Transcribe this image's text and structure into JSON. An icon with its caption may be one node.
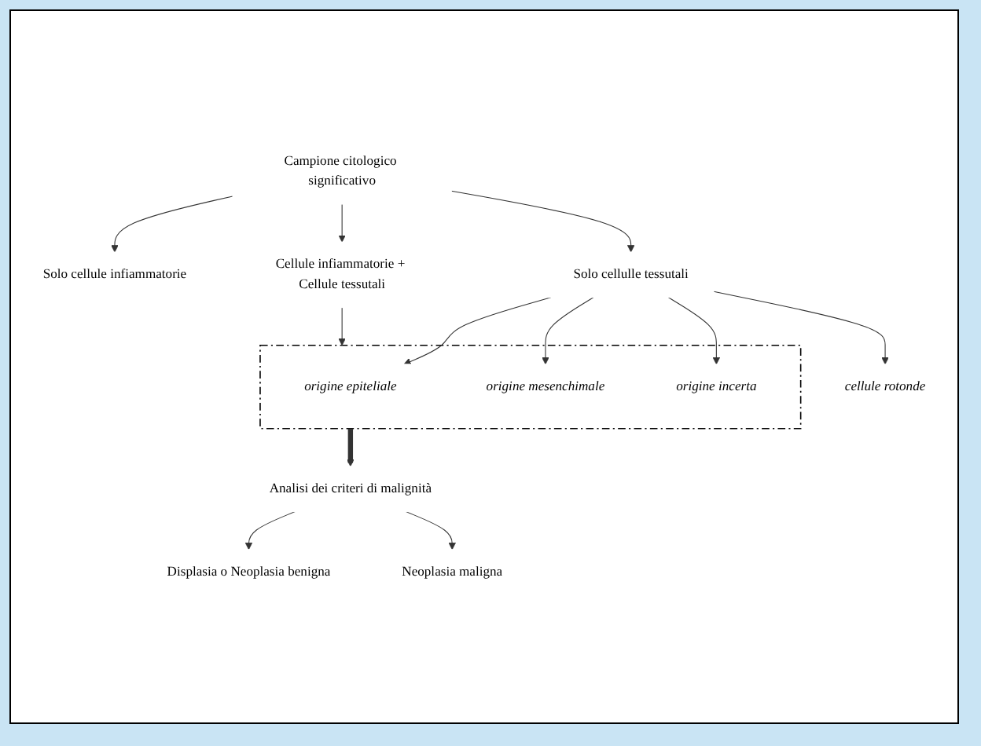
{
  "diagram": {
    "nodes": [
      {
        "text": [
          "Campione citologico significativo"
        ]
      },
      {
        "text": [
          "Solo cellule infiammatorie"
        ]
      },
      {
        "text": [
          "Cellule infiammatorie + Cellule tessutali"
        ]
      },
      {
        "text": [
          "Solo cellulle tessutali"
        ]
      },
      {
        "text": [],
        "shape": "box"
      },
      {
        "text": [
          "cellule rotonde"
        ]
      },
      {
        "text": [
          "origine epiteliale"
        ],
        "in": 4
      },
      {
        "text": [
          "origine mesenchimale"
        ],
        "in": 4
      },
      {
        "text": [
          "origine incerta"
        ],
        "in": 4
      },
      {
        "text": [
          "Analisi dei criteri di malignità"
        ]
      },
      {
        "text": [
          "Displasia o Neoplasia benigna"
        ]
      },
      {
        "text": [
          "Neoplasia maligna"
        ]
      }
    ],
    "edges": [
      {
        "from": 0,
        "to": 1,
        "arrow": "to"
      },
      {
        "from": 0,
        "to": 2,
        "arrow": "to"
      },
      {
        "from": 0,
        "to": 3,
        "arrow": "to"
      },
      {
        "from": 2,
        "to": 4,
        "arrow": "to"
      },
      {
        "from": 3,
        "to": 5,
        "arrow": "to"
      },
      {
        "from": 3,
        "to": 6,
        "arrow": "to"
      },
      {
        "from": 3,
        "to": 7,
        "arrow": "to"
      },
      {
        "from": 3,
        "to": 8,
        "arrow": "to"
      },
      {
        "from": 4,
        "to": 9,
        "arrow": "to",
        "style": "thick"
      },
      {
        "from": 9,
        "to": 10,
        "arrow": "to"
      },
      {
        "from": 9,
        "to": 11,
        "arrow": "to"
      }
    ]
  }
}
